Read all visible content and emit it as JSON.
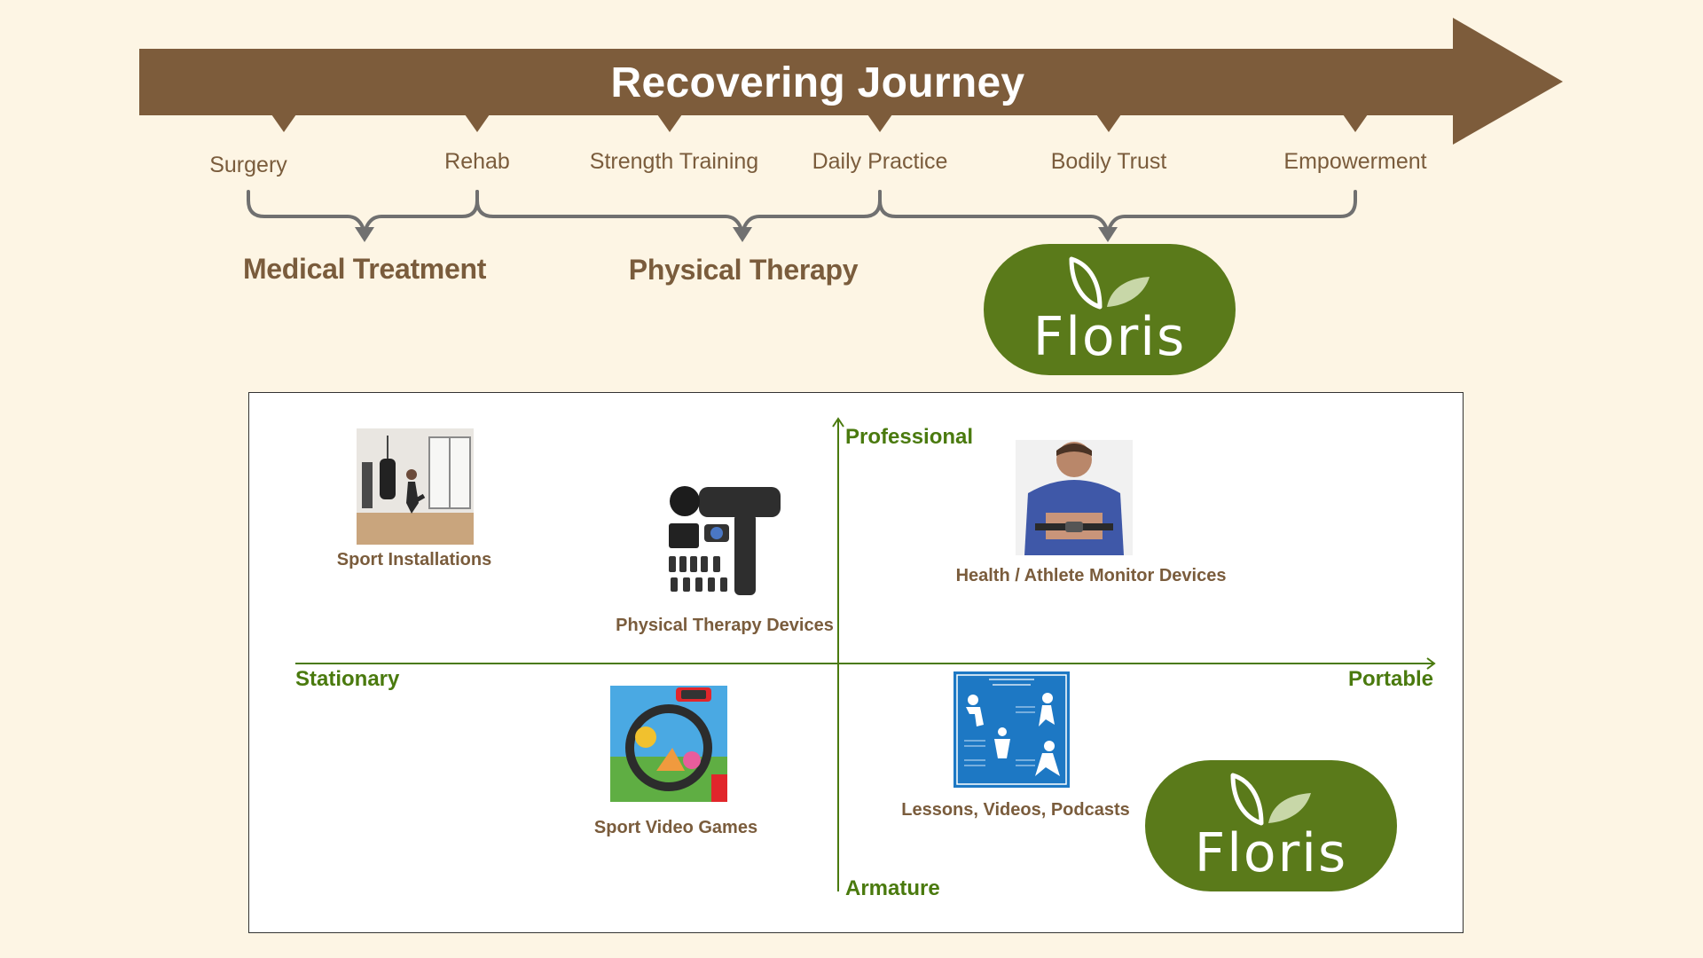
{
  "journey": {
    "title": "Recovering Journey",
    "stages": [
      "Surgery",
      "Rehab",
      "Strength Training",
      "Daily Practice",
      "Bodily Trust",
      "Empowerment"
    ],
    "phases": [
      "Medical Treatment",
      "Physical Therapy"
    ]
  },
  "brand": {
    "name": "Floris",
    "icon": "leaf-icon",
    "color": "#5a7a1a"
  },
  "colors": {
    "arrow": "#7d5c3b",
    "bracket": "#707070",
    "axis": "#4a7a0e",
    "label_text": "#7a5c3c",
    "background": "#fdf5e4"
  },
  "matrix": {
    "axes": {
      "top": "Professional",
      "bottom": "Armature",
      "left": "Stationary",
      "right": "Portable"
    },
    "items": [
      {
        "label": "Sport Installations",
        "image": "home-gym-photo"
      },
      {
        "label": "Physical Therapy Devices",
        "image": "massage-gun-photo"
      },
      {
        "label": "Health / Athlete Monitor Devices",
        "image": "chest-monitor-photo"
      },
      {
        "label": "Sport Video Games",
        "image": "fitness-game-photo"
      },
      {
        "label": "Lessons, Videos, Podcasts",
        "image": "exercise-poster-image"
      }
    ]
  }
}
